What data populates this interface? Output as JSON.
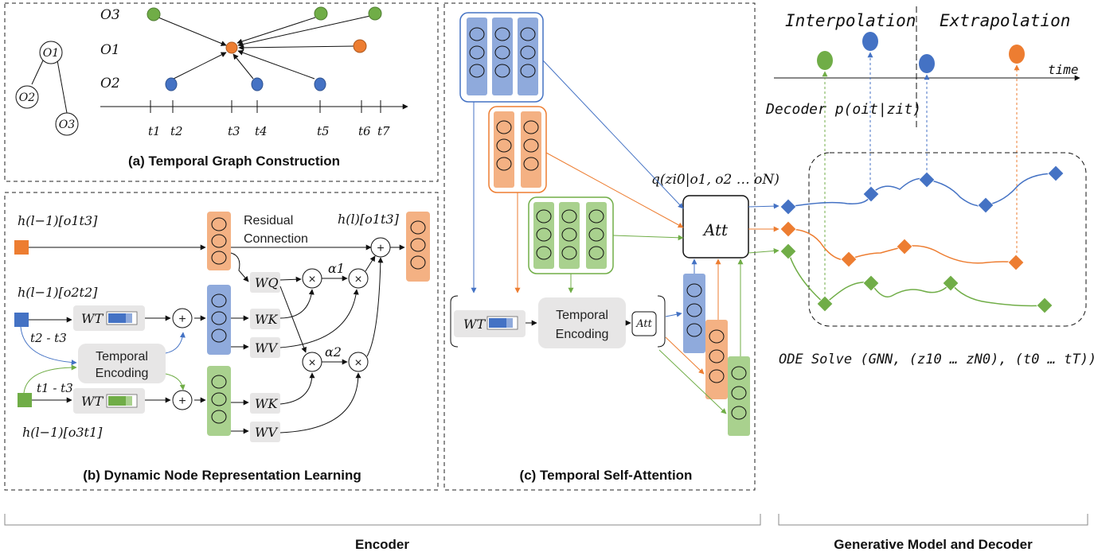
{
  "colors": {
    "green": "#70ad47",
    "orange": "#ed7d31",
    "blue": "#4472c4",
    "green_fill": "#a9d18e",
    "orange_fill": "#f4b183",
    "blue_fill": "#8faadc",
    "gray_fill": "#e7e6e6"
  },
  "panel_a": {
    "title": "(a) Temporal Graph Construction",
    "row_labels": [
      "O3",
      "O1",
      "O2"
    ],
    "tree_nodes": [
      "O1",
      "O2",
      "O3"
    ],
    "time_ticks": [
      "t1",
      "t2",
      "t3",
      "t4",
      "t5",
      "t6",
      "t7"
    ]
  },
  "panel_b": {
    "title": "(b) Dynamic Node Representation Learning",
    "h_o1": "h(l−1)[o1t3]",
    "h_o2": "h(l−1)[o2t2]",
    "h_o3": "h(l−1)[o3t1]",
    "h_out": "h(l)[o1t3]",
    "residual_1": "Residual",
    "residual_2": "Connection",
    "delta_2": "t2 - t3",
    "delta_1": "t1 - t3",
    "temporal_1": "Temporal",
    "temporal_2": "Encoding",
    "wq": "WQ",
    "wk": "WK",
    "wv": "WV",
    "wt": "WT",
    "alpha1": "α1",
    "alpha2": "α2"
  },
  "panel_c": {
    "title": "(c) Temporal Self-Attention",
    "att": "Att",
    "wt": "WT",
    "temporal_1": "Temporal",
    "temporal_2": "Encoding",
    "q_label": "q(zi0|o1, o2 … oN)"
  },
  "panel_d": {
    "interpolation": "Interpolation",
    "extrapolation": "Extrapolation",
    "time": "time",
    "decoder": "Decoder p(oit|zit)",
    "ode": "ODE Solve (GNN, (z10 … zN0), (t0 … tT))"
  },
  "bottom": {
    "encoder": "Encoder",
    "generative": "Generative Model and Decoder"
  }
}
